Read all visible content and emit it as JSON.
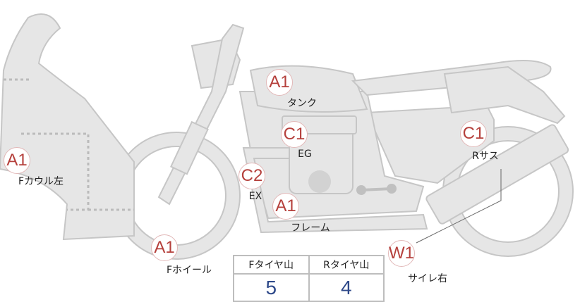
{
  "parts": [
    {
      "grade": "A1",
      "name": "タンク"
    },
    {
      "grade": "C1",
      "name": "EG"
    },
    {
      "grade": "C1",
      "name": "Rサス"
    },
    {
      "grade": "A1",
      "name": "Fカウル左"
    },
    {
      "grade": "C2",
      "name": "EX"
    },
    {
      "grade": "A1",
      "name": "フレーム"
    },
    {
      "grade": "A1",
      "name": "Fホイール"
    },
    {
      "grade": "W1",
      "name": "サイレ右"
    }
  ],
  "tire_table": {
    "headers": [
      "Fタイヤ山",
      "Rタイヤ山"
    ],
    "values": [
      "5",
      "4"
    ]
  },
  "colors": {
    "grade": "#b5403c",
    "value": "#2f4a8a",
    "body": "#e6e6e6"
  }
}
